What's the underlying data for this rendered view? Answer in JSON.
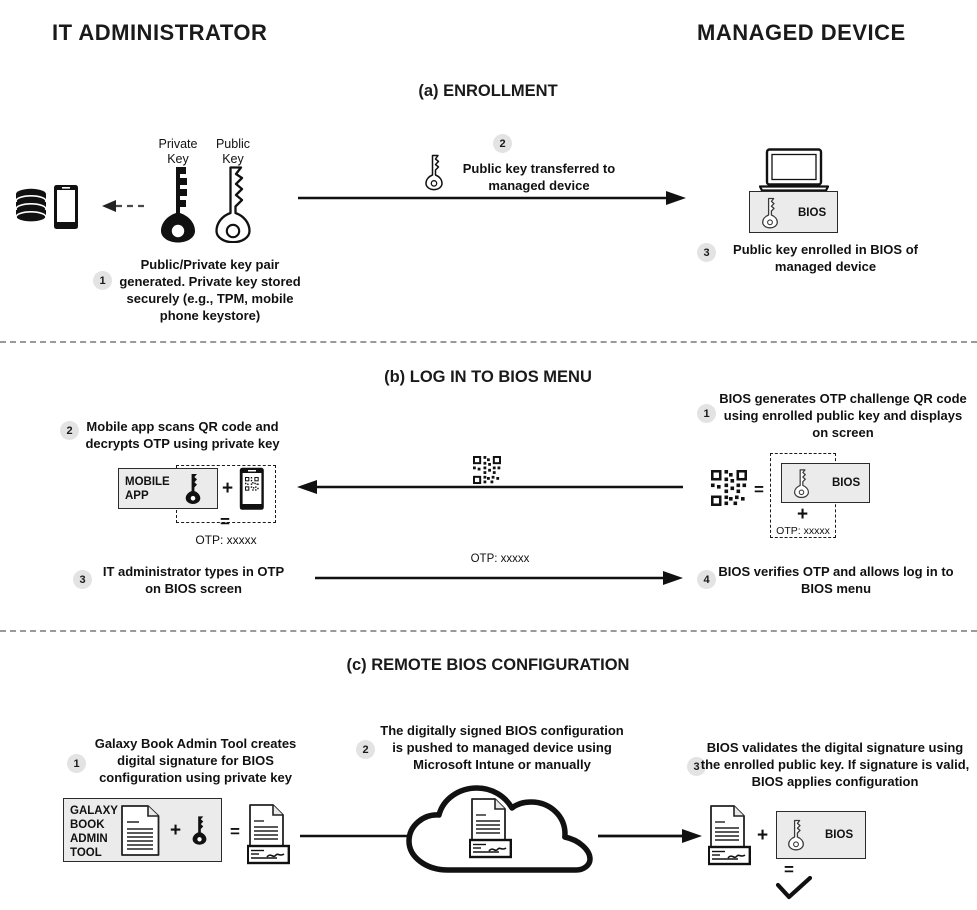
{
  "columns": {
    "left_header": "IT ADMINISTRATOR",
    "right_header": "MANAGED DEVICE"
  },
  "sections": [
    {
      "id": "enrollment",
      "title": "(a) ENROLLMENT",
      "labels": {
        "private_key": "Private\nKey",
        "private_key_line1": "Private",
        "private_key_line2": "Key",
        "public_key_line1": "Public",
        "public_key_line2": "Key",
        "bios": "BIOS"
      },
      "steps": [
        {
          "num": "1",
          "text": "Public/Private key pair generated. Private key stored securely (e.g., TPM, mobile phone keystore)"
        },
        {
          "num": "2",
          "text": "Public key transferred to managed device"
        },
        {
          "num": "3",
          "text": "Public key enrolled in BIOS of managed device"
        }
      ]
    },
    {
      "id": "login",
      "title": "(b) LOG IN TO BIOS MENU",
      "labels": {
        "mobile_app_line1": "MOBILE",
        "mobile_app_line2": "APP",
        "bios": "BIOS",
        "otp_left": "OTP: xxxxx",
        "otp_right": "OTP: xxxxx",
        "otp_arrow": "OTP: xxxxx",
        "plus": "+",
        "equals": "=",
        "equals_right": "="
      },
      "steps": [
        {
          "num": "1",
          "text": "BIOS generates OTP challenge QR code using enrolled public key and displays on screen"
        },
        {
          "num": "2",
          "text": "Mobile app scans QR code and decrypts OTP using private key"
        },
        {
          "num": "3",
          "text": "IT administrator types in OTP on BIOS screen"
        },
        {
          "num": "4",
          "text": "BIOS verifies OTP and allows log in to BIOS menu"
        }
      ]
    },
    {
      "id": "remote-config",
      "title": "(c) REMOTE BIOS CONFIGURATION",
      "labels": {
        "tool_line1": "GALAXY",
        "tool_line2": "BOOK",
        "tool_line3": "ADMIN",
        "tool_line4": "TOOL",
        "bios": "BIOS",
        "plus1": "+",
        "equals1": "=",
        "plus2": "+",
        "equals2": "="
      },
      "steps": [
        {
          "num": "1",
          "text": "Galaxy Book Admin Tool creates digital signature for BIOS configuration using private key"
        },
        {
          "num": "2",
          "text": "The digitally signed BIOS configuration is pushed to managed device using Microsoft Intune or manually"
        },
        {
          "num": "3",
          "text": "BIOS validates the digital signature using the enrolled public key. If signature is valid, BIOS applies configuration"
        }
      ]
    }
  ],
  "colors": {
    "ink": "#111111",
    "badge_bg": "#e3e3e3",
    "panel_bg": "#ebebeb",
    "divider": "#9a9a9a"
  }
}
